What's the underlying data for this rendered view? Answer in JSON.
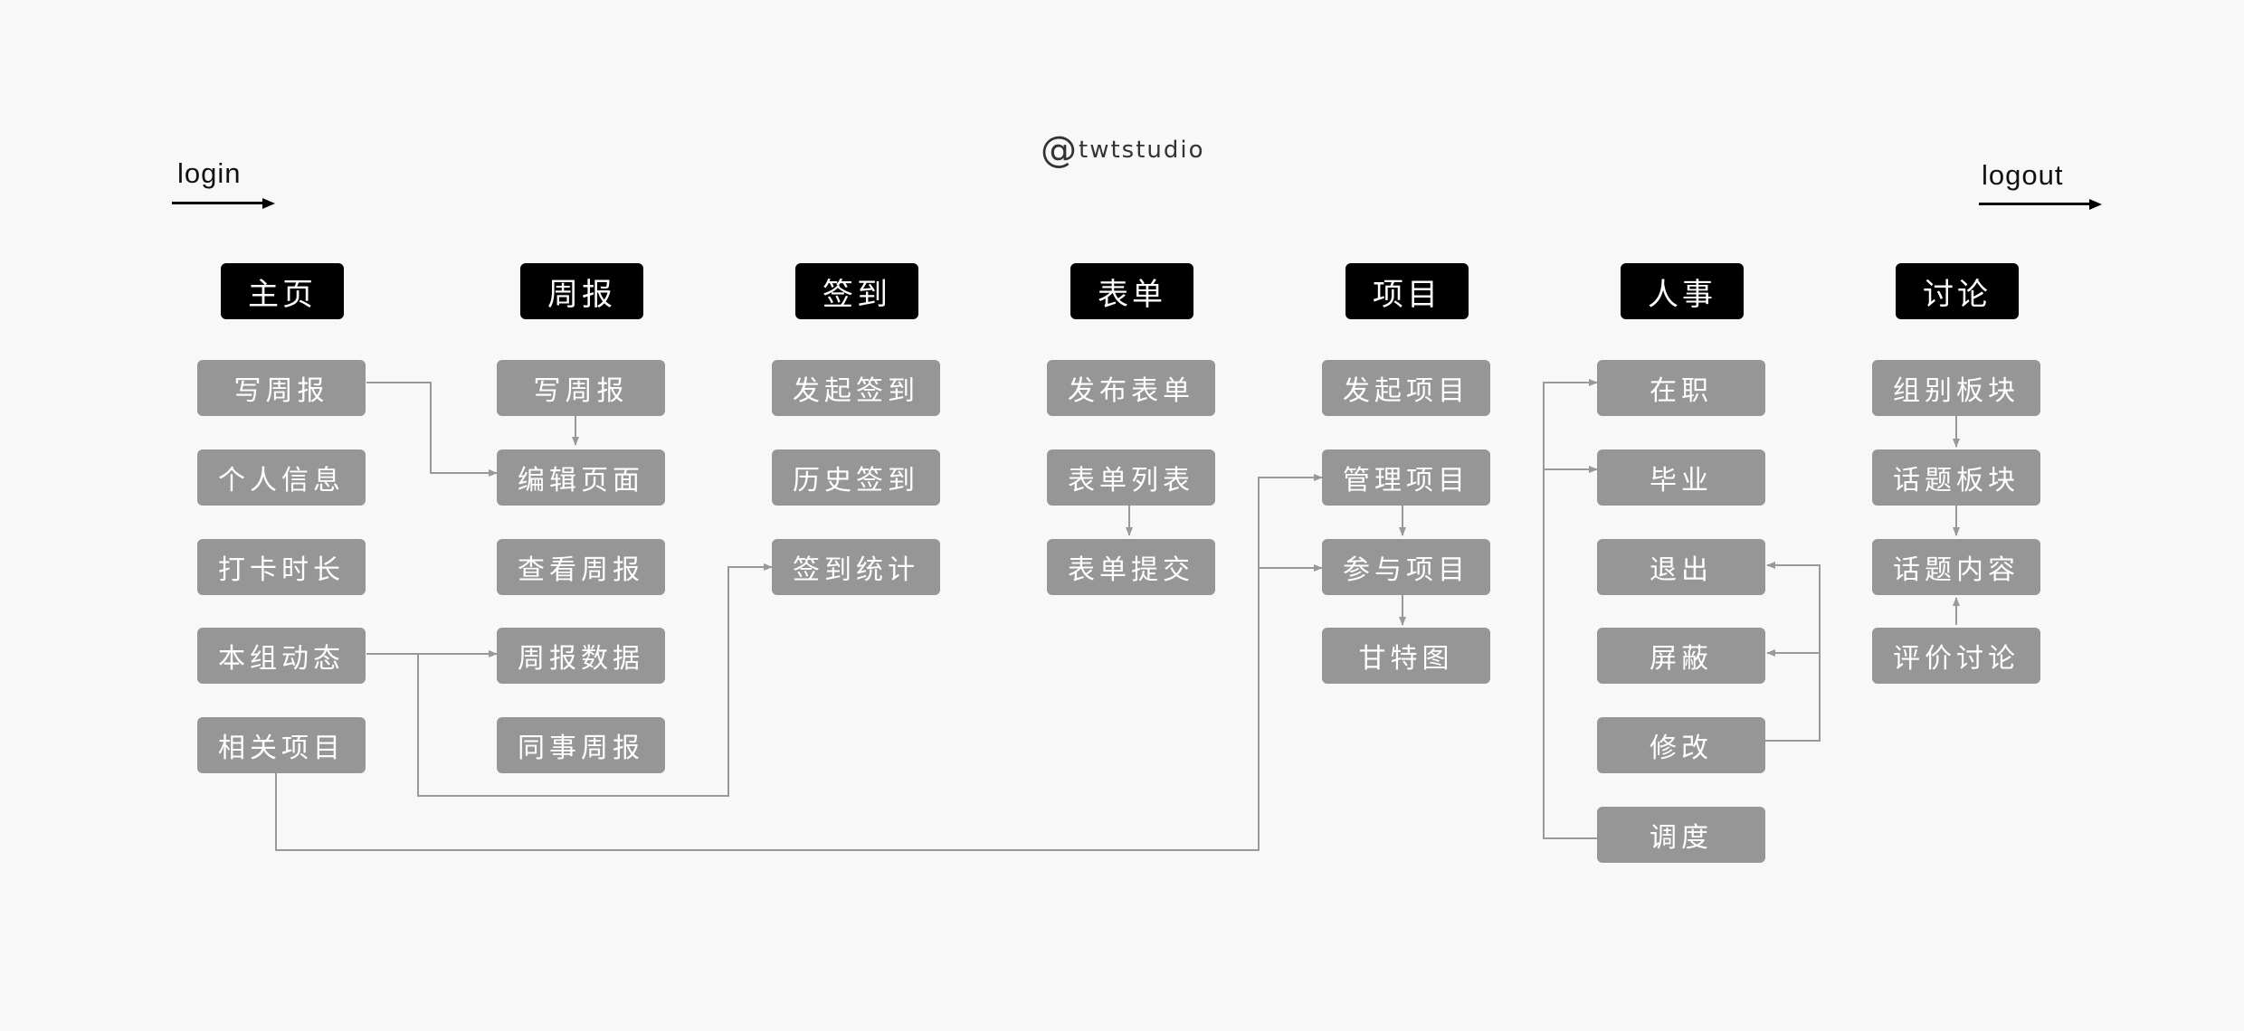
{
  "brand": {
    "at_symbol": "@",
    "name": "twtstudio",
    "logo_icon": "at-sign-icon"
  },
  "flow": {
    "login": "login",
    "logout": "logout"
  },
  "colors": {
    "header_bg": "#000000",
    "node_bg": "#969696",
    "connector": "#999999",
    "background": "#f8f8f8"
  },
  "columns": [
    {
      "title": "主页",
      "items": [
        "写周报",
        "个人信息",
        "打卡时长",
        "本组动态",
        "相关项目"
      ]
    },
    {
      "title": "周报",
      "items": [
        "写周报",
        "编辑页面",
        "查看周报",
        "周报数据",
        "同事周报"
      ]
    },
    {
      "title": "签到",
      "items": [
        "发起签到",
        "历史签到",
        "签到统计"
      ]
    },
    {
      "title": "表单",
      "items": [
        "发布表单",
        "表单列表",
        "表单提交"
      ]
    },
    {
      "title": "项目",
      "items": [
        "发起项目",
        "管理项目",
        "参与项目",
        "甘特图"
      ]
    },
    {
      "title": "人事",
      "items": [
        "在职",
        "毕业",
        "退出",
        "屏蔽",
        "修改",
        "调度"
      ]
    },
    {
      "title": "讨论",
      "items": [
        "组别板块",
        "话题板块",
        "话题内容",
        "评价讨论"
      ]
    }
  ],
  "connections": [
    {
      "from": "主页/写周报",
      "to": "周报/编辑页面"
    },
    {
      "from": "周报/写周报",
      "to": "周报/编辑页面"
    },
    {
      "from": "主页/本组动态",
      "to": "周报/周报数据"
    },
    {
      "from": "主页/本组动态",
      "to": "签到/签到统计"
    },
    {
      "from": "主页/相关项目",
      "to": "项目/管理项目"
    },
    {
      "from": "主页/相关项目",
      "to": "项目/参与项目"
    },
    {
      "from": "表单/表单列表",
      "to": "表单/表单提交"
    },
    {
      "from": "项目/管理项目",
      "to": "项目/参与项目"
    },
    {
      "from": "项目/参与项目",
      "to": "项目/甘特图"
    },
    {
      "from": "人事/调度",
      "to": "人事/在职"
    },
    {
      "from": "人事/调度",
      "to": "人事/毕业"
    },
    {
      "from": "人事/修改",
      "to": "人事/退出"
    },
    {
      "from": "人事/修改",
      "to": "人事/屏蔽"
    },
    {
      "from": "讨论/组别板块",
      "to": "讨论/话题板块"
    },
    {
      "from": "讨论/话题板块",
      "to": "讨论/话题内容"
    },
    {
      "from": "讨论/评价讨论",
      "to": "讨论/话题内容"
    }
  ]
}
